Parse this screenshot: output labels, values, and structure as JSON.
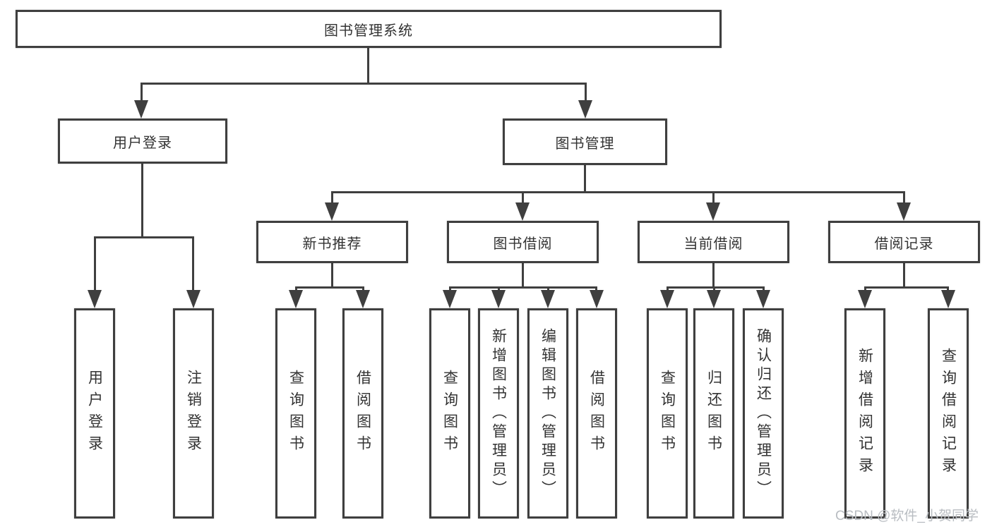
{
  "root": {
    "label": "图书管理系统"
  },
  "user": {
    "label": "用户登录",
    "leaves": [
      {
        "label": "用户登录"
      },
      {
        "label": "注销登录"
      }
    ]
  },
  "mgmt": {
    "label": "图书管理",
    "sections": [
      {
        "label": "新书推荐",
        "leaves": [
          {
            "label": "查询图书"
          },
          {
            "label": "借阅图书"
          }
        ]
      },
      {
        "label": "图书借阅",
        "leaves": [
          {
            "label": "查询图书"
          },
          {
            "label": "新增图书（管理员）"
          },
          {
            "label": "编辑图书（管理员）"
          },
          {
            "label": "借阅图书"
          }
        ]
      },
      {
        "label": "当前借阅",
        "leaves": [
          {
            "label": "查询图书"
          },
          {
            "label": "归还图书"
          },
          {
            "label": "确认归还（管理员）"
          }
        ]
      },
      {
        "label": "借阅记录",
        "leaves": [
          {
            "label": "新增借阅记录"
          },
          {
            "label": "查询借阅记录"
          }
        ]
      }
    ]
  },
  "watermark": {
    "text": "CSDN @软件_小贺同学"
  },
  "colors": {
    "line": "#3f3f3f",
    "box_border": "#3f3f3f",
    "text": "#333333",
    "watermark": "#b9bdc2",
    "background": "#ffffff"
  }
}
